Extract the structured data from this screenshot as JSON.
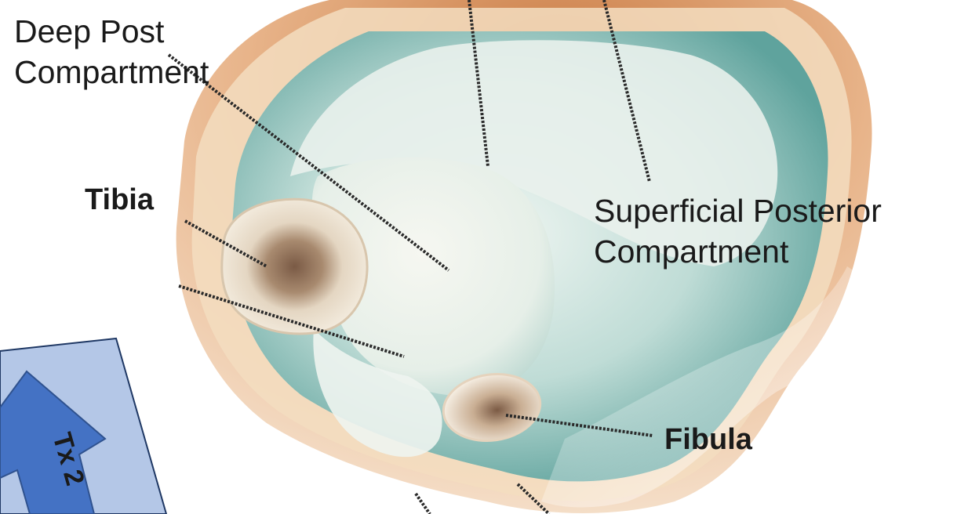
{
  "labels": {
    "deep_post_line1": "Deep Post",
    "deep_post_line2": "Compartment",
    "superficial_line1": "Superficial Posterior",
    "superficial_line2": "Compartment",
    "tibia": "Tibia",
    "fibula": "Fibula"
  },
  "treatment_tag": {
    "text": "Tx 2",
    "panel_color": "#b4c7e7",
    "arrow_color": "#4472c4",
    "border_color": "#1f3864"
  }
}
